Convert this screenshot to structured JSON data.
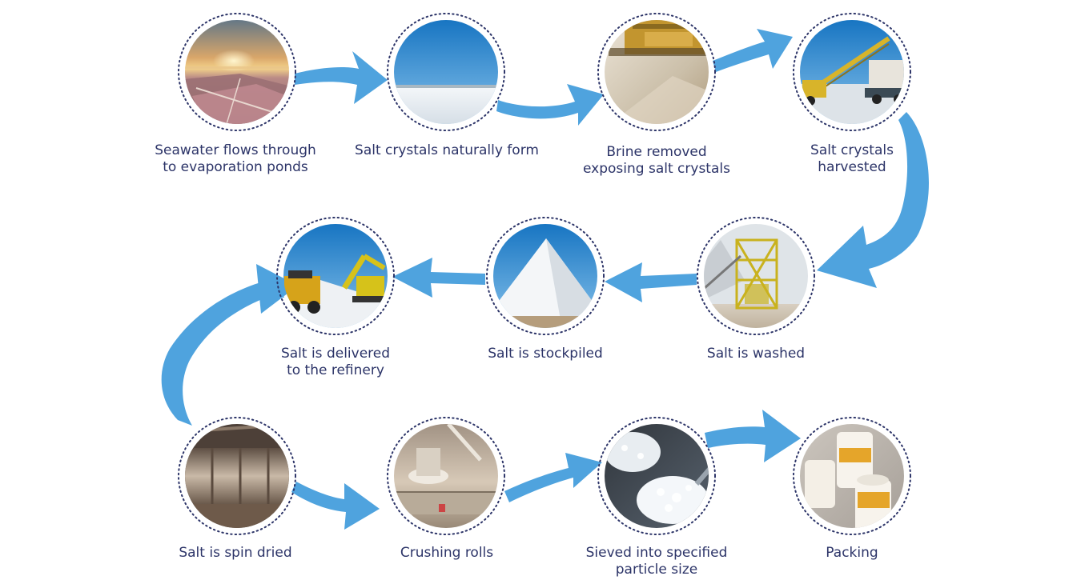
{
  "diagram": {
    "colors": {
      "arrow": "#4fa3de",
      "ring": "#2c3468",
      "text": "#2c3468"
    },
    "steps": [
      {
        "id": "seawater",
        "lines": [
          "Seawater flows through",
          "to evaporation ponds"
        ],
        "photo": "sunset-over-pink-evaporation-ponds"
      },
      {
        "id": "crystals",
        "lines": [
          "Salt crystals naturally form"
        ],
        "photo": "white-salt-flat-under-blue-sky"
      },
      {
        "id": "brine",
        "lines": [
          "Brine removed",
          "exposing salt crystals"
        ],
        "photo": "yellow-machine-on-wet-salt"
      },
      {
        "id": "harvested",
        "lines": [
          "Salt crystals",
          "harvested"
        ],
        "photo": "harvester-conveyor-and-truck"
      },
      {
        "id": "washed",
        "lines": [
          "Salt is washed"
        ],
        "photo": "yellow-washing-plant-tower"
      },
      {
        "id": "stockpiled",
        "lines": [
          "Salt is stockpiled"
        ],
        "photo": "white-salt-mountain"
      },
      {
        "id": "delivered",
        "lines": [
          "Salt is delivered",
          "to the refinery"
        ],
        "photo": "excavator-loading-dump-truck"
      },
      {
        "id": "spin-dried",
        "lines": [
          "Salt is spin dried"
        ],
        "photo": "industrial-drum-dryer"
      },
      {
        "id": "crushing",
        "lines": [
          "Crushing rolls"
        ],
        "photo": "crushing-machinery"
      },
      {
        "id": "sieved",
        "lines": [
          "Sieved into specified",
          "particle size"
        ],
        "photo": "salt-flakes-on-spoons"
      },
      {
        "id": "packing",
        "lines": [
          "Packing"
        ],
        "photo": "saxa-salt-containers"
      }
    ]
  }
}
